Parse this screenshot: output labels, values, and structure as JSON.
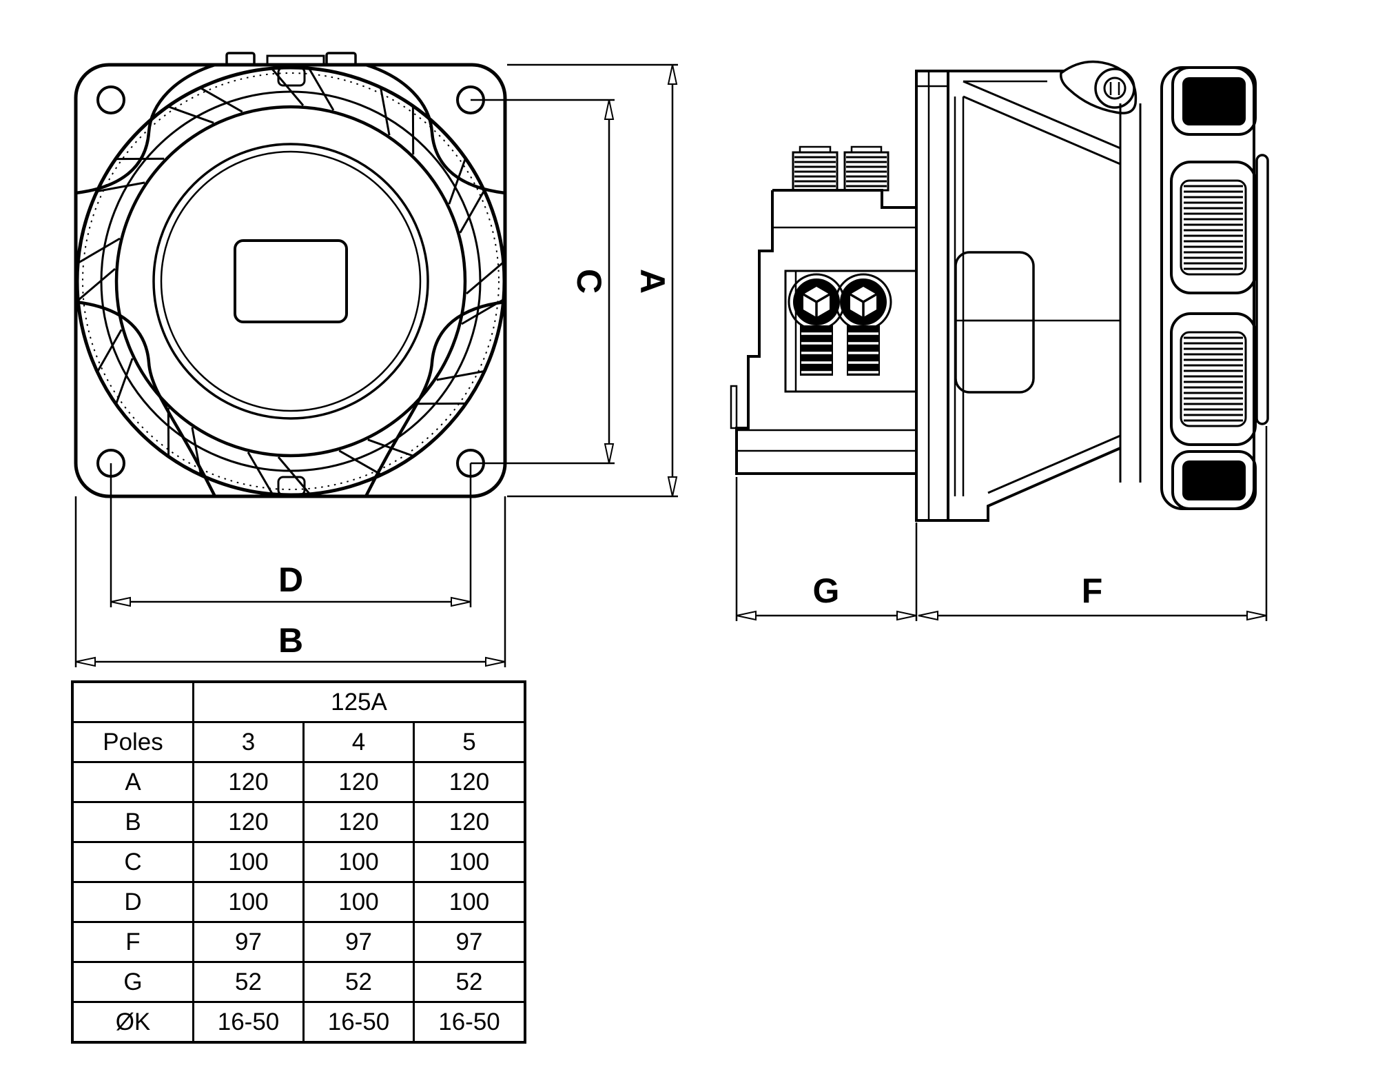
{
  "drawing": {
    "description": "Dimensional technical drawing of a 125A industrial panel-mount connector, front and side views",
    "colors": {
      "line": "#000000",
      "background": "#ffffff",
      "fill_dark": "#000000"
    }
  },
  "dims": {
    "a": "A",
    "b": "B",
    "c": "C",
    "d": "D",
    "f": "F",
    "g": "G"
  },
  "table": {
    "amperage_header": "125A",
    "corner_label": "",
    "rows": [
      {
        "label": "Poles",
        "values": [
          "3",
          "4",
          "5"
        ]
      },
      {
        "label": "A",
        "values": [
          "120",
          "120",
          "120"
        ]
      },
      {
        "label": "B",
        "values": [
          "120",
          "120",
          "120"
        ]
      },
      {
        "label": "C",
        "values": [
          "100",
          "100",
          "100"
        ]
      },
      {
        "label": "D",
        "values": [
          "100",
          "100",
          "100"
        ]
      },
      {
        "label": "F",
        "values": [
          "97",
          "97",
          "97"
        ]
      },
      {
        "label": "G",
        "values": [
          "52",
          "52",
          "52"
        ]
      },
      {
        "label": "ØK",
        "values": [
          "16-50",
          "16-50",
          "16-50"
        ]
      }
    ]
  }
}
